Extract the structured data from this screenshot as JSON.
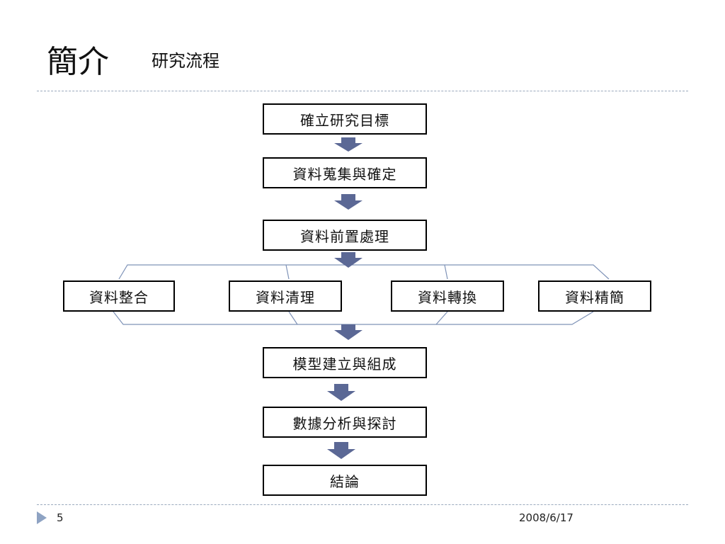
{
  "slide": {
    "title": "簡介",
    "subtitle": "研究流程",
    "page_number": "5",
    "date": "2008/6/17"
  },
  "flow": {
    "steps": [
      "確立研究目標",
      "資料蒐集與確定",
      "資料前置處理"
    ],
    "branches": [
      "資料整合",
      "資料清理",
      "資料轉換",
      "資料精簡"
    ],
    "steps_after": [
      "模型建立與組成",
      "數據分析與探討",
      "結論"
    ]
  },
  "colors": {
    "arrow_fill": "#5b6895",
    "connector_line": "#7f93b8",
    "rule": "#9aa9bd",
    "footer_marker": "#8ea3c3"
  }
}
